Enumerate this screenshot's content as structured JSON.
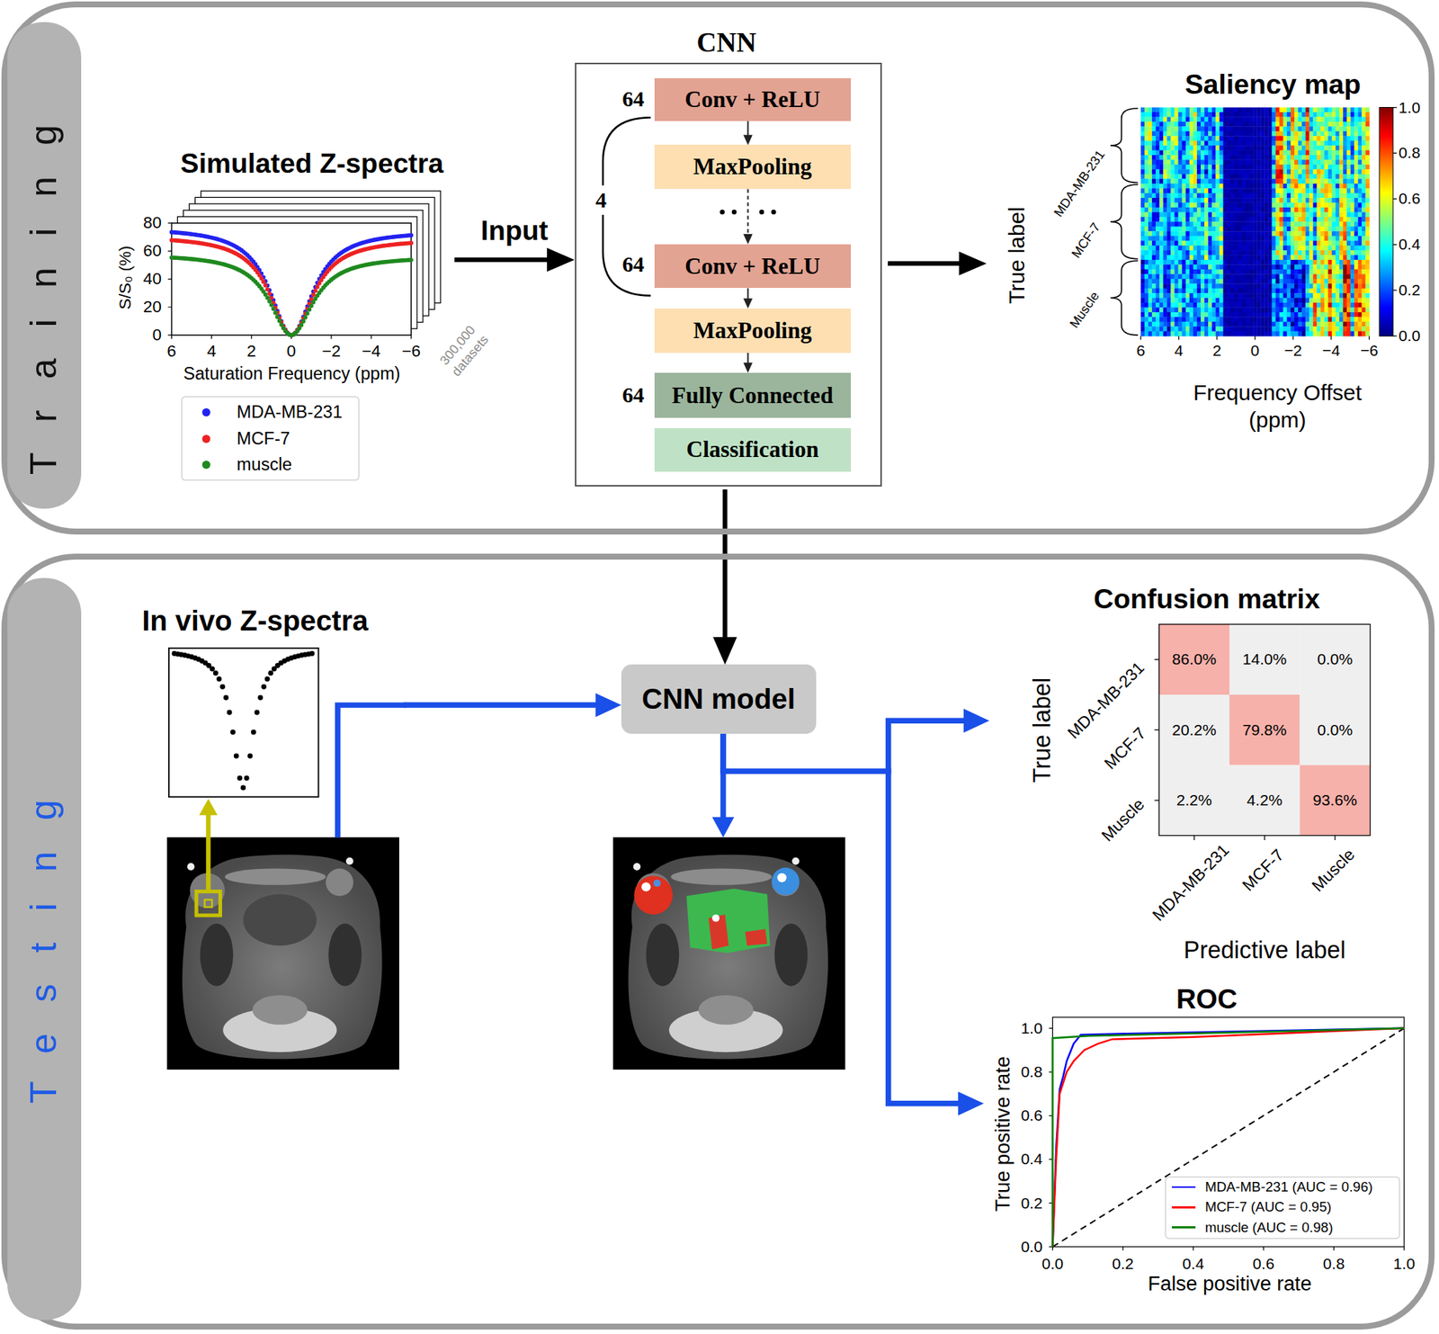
{
  "diagram": {
    "nodes": [
      {
        "text": [
          "Training"
        ]
      },
      {
        "text": [
          "Simulated Z-spectra"
        ],
        "in": 0
      },
      {
        "text": [
          "CNN"
        ],
        "in": 0
      },
      {
        "text": [
          "Conv + ReLU"
        ],
        "in": 2
      },
      {
        "text": [
          "MaxPooling"
        ],
        "in": 2
      },
      {
        "text": [
          "Conv + ReLU"
        ],
        "in": 2
      },
      {
        "text": [
          "MaxPooling"
        ],
        "in": 2
      },
      {
        "text": [
          "Fully Connected"
        ],
        "in": 2
      },
      {
        "text": [
          "Classification"
        ],
        "in": 2
      },
      {
        "text": [
          "Saliency map"
        ],
        "in": 0
      },
      {
        "text": [
          "Testing"
        ]
      },
      {
        "text": [
          "In vivo Z-spectra"
        ],
        "in": 10
      },
      {
        "text": [
          "CNN model"
        ],
        "in": 10
      },
      {
        "text": [
          "Confusion matrix"
        ],
        "in": 10
      },
      {
        "text": [
          "ROC"
        ],
        "in": 10
      }
    ],
    "edges": [
      {
        "from": 1,
        "to": 2,
        "arrow": "to",
        "label": "Input"
      },
      {
        "from": 3,
        "to": 4,
        "arrow": "to"
      },
      {
        "from": 4,
        "to": 5,
        "arrow": "to"
      },
      {
        "from": 5,
        "to": 6,
        "arrow": "to"
      },
      {
        "from": 6,
        "to": 7,
        "arrow": "to"
      },
      {
        "from": 2,
        "to": 9,
        "arrow": "to"
      },
      {
        "from": 2,
        "to": 12,
        "arrow": "to"
      },
      {
        "from": 11,
        "to": 12,
        "arrow": "to"
      },
      {
        "from": 12,
        "to": 13,
        "arrow": "to"
      },
      {
        "from": 12,
        "to": 14,
        "arrow": "to"
      }
    ],
    "labels": [
      "80",
      "60",
      "40",
      "20",
      "0",
      "6",
      "4",
      "2",
      "0",
      "−2",
      "−4",
      "−6",
      "S/S₀ (%)",
      "Saturation Frequency (ppm)",
      "300,000 datasets",
      "64",
      "4",
      "64",
      "64",
      "True label",
      "MDA-MB-231",
      "MCF-7",
      "Muscle",
      "1.0",
      "0.8",
      "0.6",
      "0.4",
      "0.2",
      "0.0",
      "6",
      "4",
      "2",
      "0",
      "−2",
      "−4",
      "−6",
      "Frequency Offset (ppm)",
      "True label",
      "MDA-MB-231",
      "MCF-7",
      "Muscle",
      "86.0%",
      "14.0%",
      "0.0%",
      "20.2%",
      "79.8%",
      "0.0%",
      "2.2%",
      "4.2%",
      "93.6%",
      "MDA-MB-231",
      "MCF-7",
      "Muscle",
      "Predictive label",
      "1.0",
      "0.8",
      "0.6",
      "0.4",
      "0.2",
      "0.0",
      "0.0",
      "0.2",
      "0.4",
      "0.6",
      "0.8",
      "1.0",
      "True positive rate",
      "False positive rate"
    ],
    "legend": [
      {
        "text": "MDA-MB-231",
        "color": "#2323f0"
      },
      {
        "text": "MCF-7",
        "color": "#ee2222"
      },
      {
        "text": "muscle",
        "color": "#1f8a1f"
      },
      {
        "text": "MDA-MB-231 (AUC = 0.96)",
        "color": "#0000ff"
      },
      {
        "text": "MCF-7 (AUC = 0.95)",
        "color": "#ff0000"
      },
      {
        "text": "muscle (AUC = 0.98)",
        "color": "#008000"
      }
    ]
  }
}
